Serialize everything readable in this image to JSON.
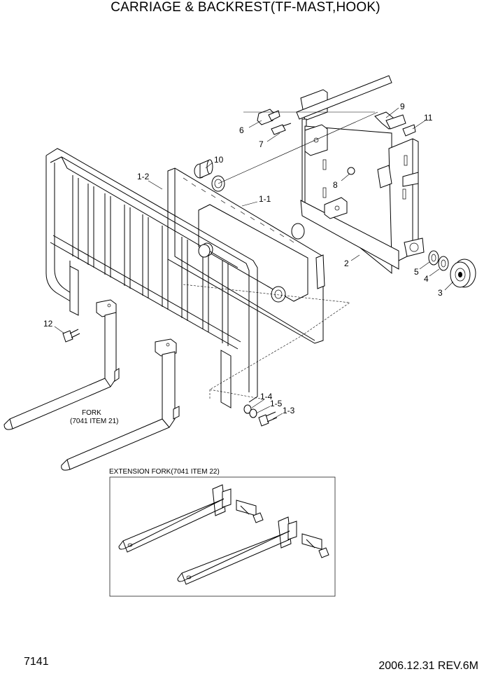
{
  "title": "CARRIAGE & BACKREST(TF-MAST,HOOK)",
  "page_number": "7141",
  "revision": "2006.12.31  REV.6M",
  "fork_label": {
    "line1": "FORK",
    "line2": "(7041 ITEM 21)"
  },
  "extension_label": "EXTENSION FORK(7041 ITEM 22)",
  "callouts": {
    "c1_2": "1-2",
    "c1_1": "1-1",
    "c1_3": "1-3",
    "c1_4": "1-4",
    "c1_5": "1-5",
    "c2": "2",
    "c3": "3",
    "c4": "4",
    "c5": "5",
    "c6": "6",
    "c7": "7",
    "c8": "8",
    "c9": "9",
    "c10": "10",
    "c11": "11",
    "c12": "12"
  }
}
